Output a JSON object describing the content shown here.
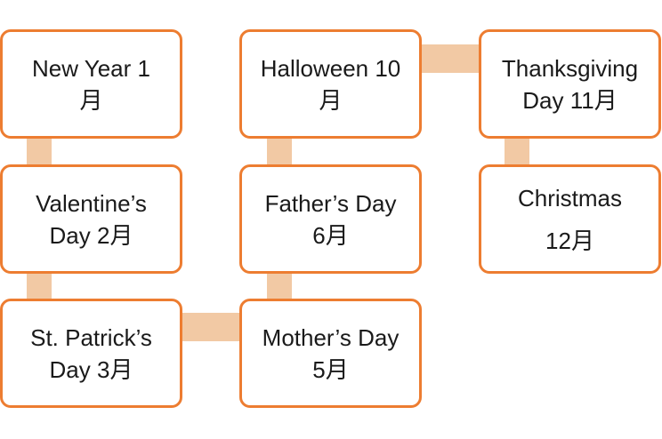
{
  "accent_color": "#ed7d31",
  "connector_color": "#f2c9a4",
  "nodes": [
    {
      "id": "new-year",
      "lines": [
        "New Year 1",
        "月"
      ]
    },
    {
      "id": "valentines-day",
      "lines": [
        "Valentine’s",
        "Day 2月"
      ]
    },
    {
      "id": "st-patricks-day",
      "lines": [
        "St. Patrick’s",
        "Day 3月"
      ]
    },
    {
      "id": "mothers-day",
      "lines": [
        "Mother’s Day",
        "5月"
      ]
    },
    {
      "id": "fathers-day",
      "lines": [
        "Father’s Day",
        "6月"
      ]
    },
    {
      "id": "halloween",
      "lines": [
        "Halloween 10",
        "月"
      ]
    },
    {
      "id": "thanksgiving-day",
      "lines": [
        "Thanksgiving",
        "Day 11月"
      ]
    },
    {
      "id": "christmas",
      "lines": [
        "Christmas",
        "12月"
      ]
    }
  ]
}
